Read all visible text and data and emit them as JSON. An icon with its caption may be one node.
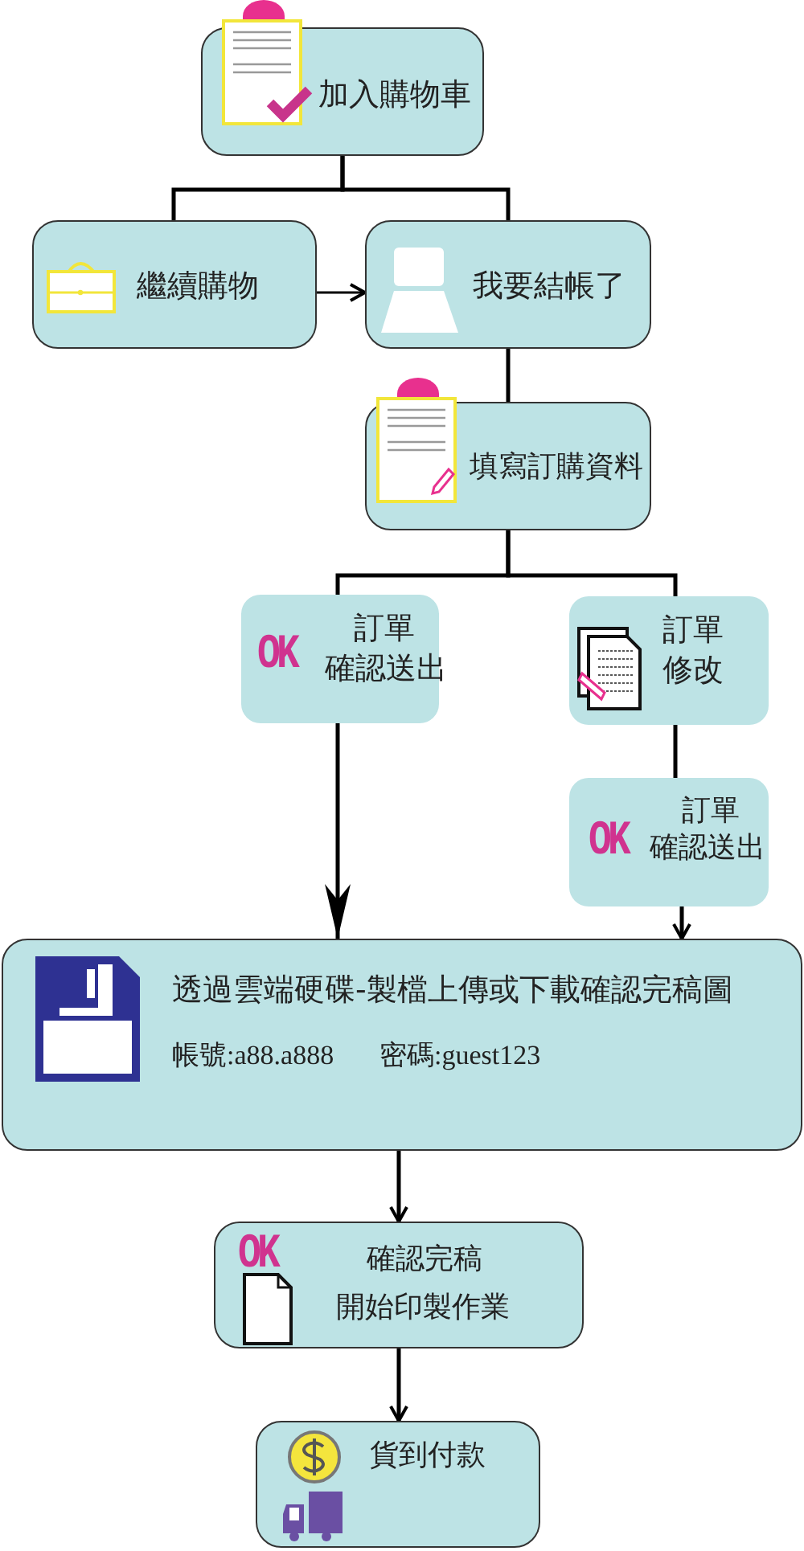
{
  "diagram": {
    "nodes": [
      {
        "text": [
          "加入購物車"
        ]
      },
      {
        "text": [
          "繼續購物"
        ]
      },
      {
        "text": [
          "我要結帳了"
        ]
      },
      {
        "text": [
          "填寫訂購資料"
        ]
      },
      {
        "text": [
          "OK",
          "訂單",
          "確認送出"
        ]
      },
      {
        "text": [
          "訂單",
          "修改"
        ]
      },
      {
        "text": [
          "OK",
          "訂單",
          "確認送出"
        ]
      },
      {
        "text": [
          "透過雲端硬碟-製檔上傳或下載確認完稿圖",
          "帳號:a88.a888",
          "密碼:guest123"
        ]
      },
      {
        "text": [
          "OK",
          "確認完稿",
          "開始印製作業"
        ]
      },
      {
        "text": [
          "貨到付款"
        ]
      }
    ],
    "edges": [
      {
        "from": 0,
        "to": 1,
        "arrow": "none"
      },
      {
        "from": 0,
        "to": 2,
        "arrow": "none"
      },
      {
        "from": 1,
        "to": 2,
        "arrow": "to"
      },
      {
        "from": 2,
        "to": 3,
        "arrow": "none"
      },
      {
        "from": 3,
        "to": 4,
        "arrow": "none"
      },
      {
        "from": 3,
        "to": 5,
        "arrow": "none"
      },
      {
        "from": 4,
        "to": 7,
        "arrow": "to"
      },
      {
        "from": 5,
        "to": 6,
        "arrow": "none"
      },
      {
        "from": 6,
        "to": 7,
        "arrow": "to"
      },
      {
        "from": 7,
        "to": 8,
        "arrow": "to"
      },
      {
        "from": 8,
        "to": 9,
        "arrow": "to"
      }
    ]
  }
}
